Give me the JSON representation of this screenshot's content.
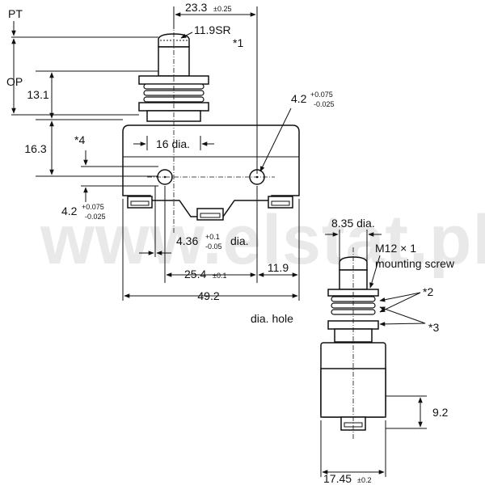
{
  "watermark": "www.elstat.pl",
  "front_view": {
    "labels": {
      "pt": "PT",
      "op": "OP",
      "dim_23_3": "23.3",
      "tol_23_3": "±0.25",
      "radius": "11.9SR",
      "note_1": "*1",
      "dim_13_1": "13.1",
      "dim_16_3": "16.3",
      "note_4": "*4",
      "dim_16_dia": "16 dia.",
      "dim_4_2_right": "4.2",
      "tol_4_2_right_upper": "+0.075",
      "tol_4_2_right_lower": "-0.025",
      "dim_4_2_left": "4.2",
      "tol_4_2_left_upper": "+0.075",
      "tol_4_2_left_lower": "-0.025",
      "dim_4_36": "4.36",
      "tol_4_36_upper": "+0.1",
      "tol_4_36_lower": "-0.05",
      "dim_4_36_suffix": "dia.",
      "dim_25_4": "25.4",
      "tol_25_4": "±0.1",
      "dim_11_9": "11.9",
      "dim_49_2": "49.2",
      "dia_hole": "dia. hole"
    }
  },
  "side_view": {
    "labels": {
      "dim_8_35": "8.35 dia.",
      "thread": "M12 × 1",
      "mounting_screw": "mounting screw",
      "note_2": "*2",
      "note_3": "*3",
      "dim_9_2": "9.2",
      "dim_17_45": "17.45",
      "tol_17_45": "±0.2"
    }
  }
}
